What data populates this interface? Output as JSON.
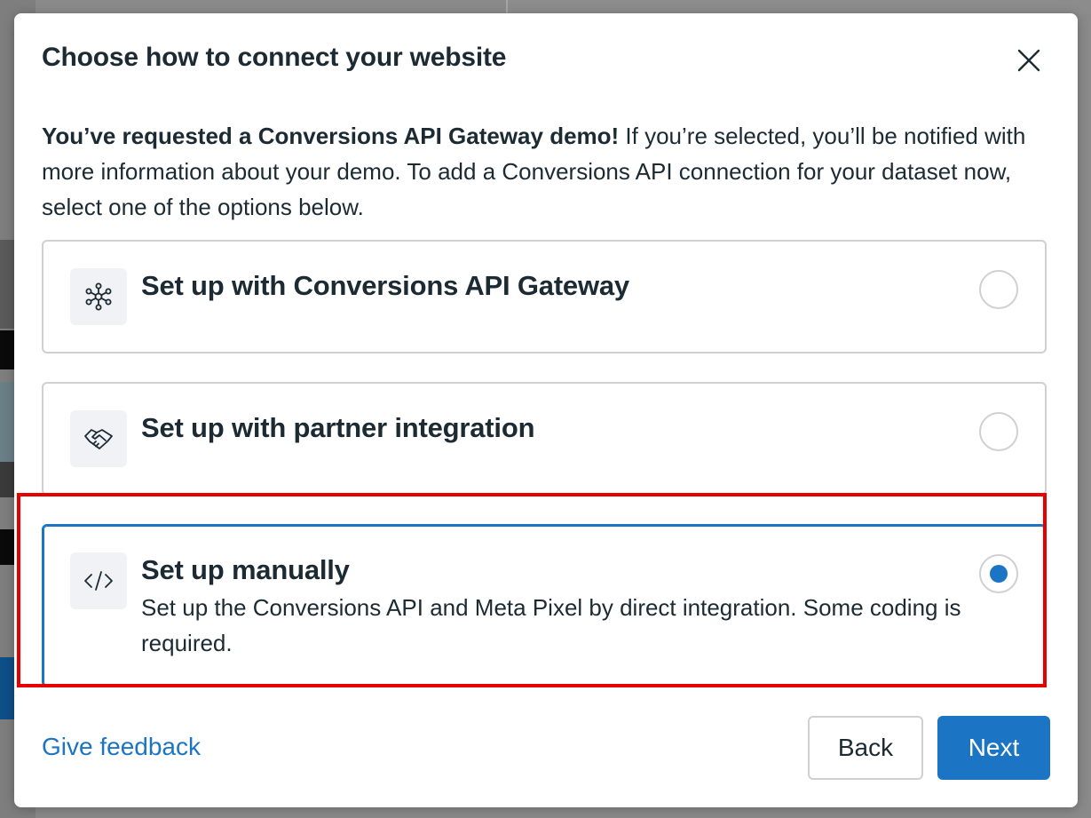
{
  "dialog": {
    "title": "Choose how to connect your website",
    "intro_bold": "You’ve requested a Conversions API Gateway demo!",
    "intro_rest": " If you’re selected, you’ll be notified with more information about your demo. To add a Conversions API connection for your dataset now, select one of the options below."
  },
  "options": [
    {
      "title": "Set up with Conversions API Gateway",
      "icon": "network-hub-icon",
      "selected": false
    },
    {
      "title": "Set up with partner integration",
      "icon": "handshake-icon",
      "selected": false
    },
    {
      "title": "Set up manually",
      "description": "Set up the Conversions API and Meta Pixel by direct integration. Some coding is required.",
      "icon": "code-icon",
      "selected": true
    }
  ],
  "footer": {
    "feedback_link": "Give feedback",
    "back_label": "Back",
    "next_label": "Next"
  },
  "colors": {
    "accent": "#1b74c4",
    "text": "#1c2b33",
    "border": "#ced0d4",
    "highlight": "#e80000"
  }
}
